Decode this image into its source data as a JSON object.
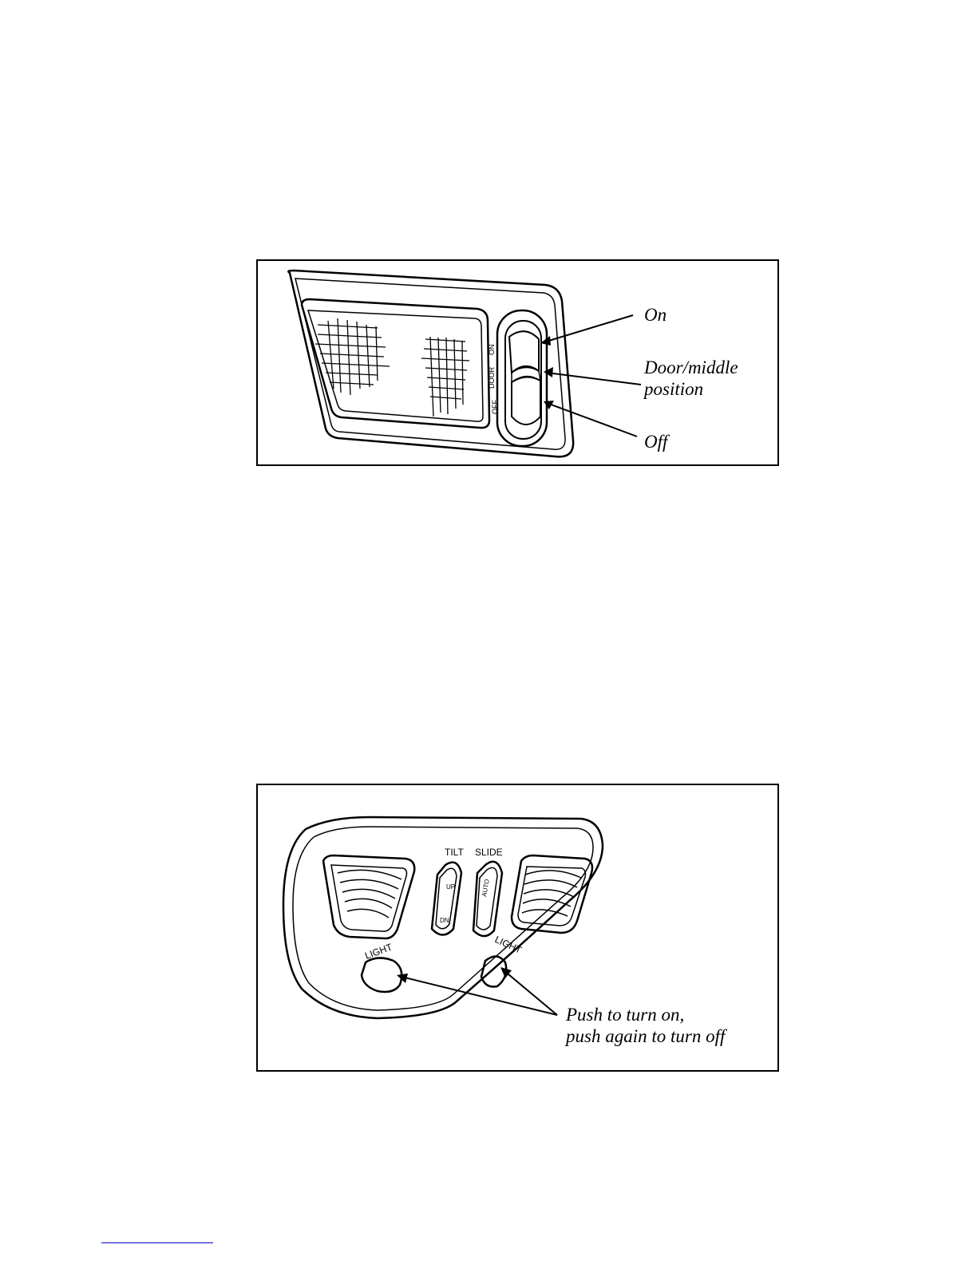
{
  "figure1": {
    "callouts": {
      "on": "On",
      "door_line1": "Door/middle",
      "door_line2": "position",
      "off": "Off"
    },
    "switch_labels": {
      "on": "ON",
      "door": "DOOR",
      "off": "OFF"
    }
  },
  "figure2": {
    "panel_labels": {
      "tilt": "TILT",
      "slide": "SLIDE",
      "up": "UP",
      "dn": "DN",
      "auto": "AUTO",
      "light_left": "LIGHT",
      "light_right": "LIGHT"
    },
    "callout_line1": "Push to turn on,",
    "callout_line2": "push again to turn off"
  },
  "colors": {
    "line": "#000000",
    "footer_rule": "#0000cc"
  }
}
